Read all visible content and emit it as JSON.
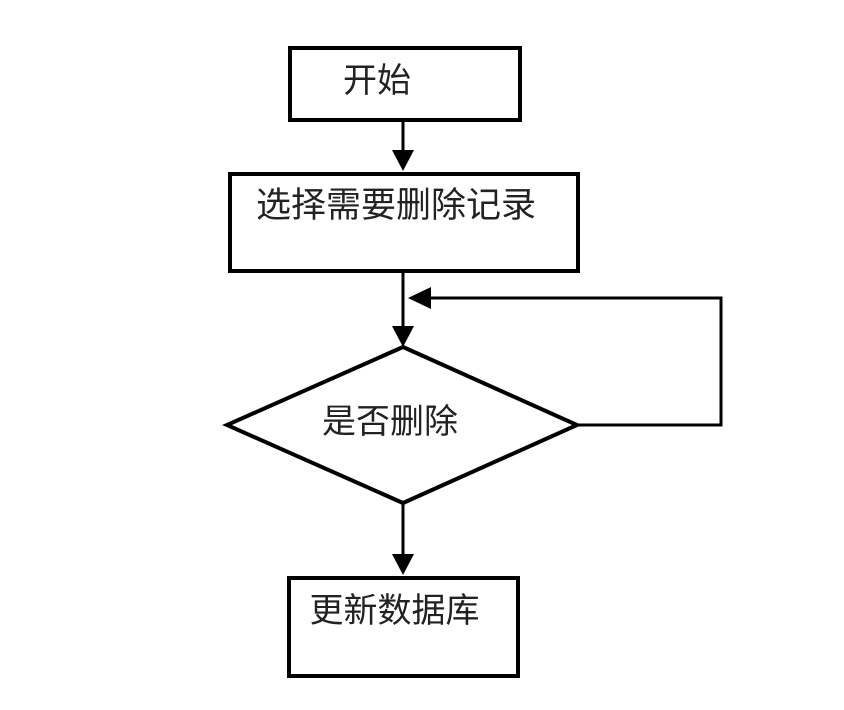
{
  "diagram": {
    "type": "flowchart",
    "direction": "top-down",
    "background_color": "#ffffff",
    "line_color": "#000000",
    "text_color": "#222222",
    "nodes": {
      "start": {
        "shape": "rectangle",
        "label": "开始"
      },
      "select_records": {
        "shape": "rectangle",
        "label": "选择需要删除记录"
      },
      "delete_decision": {
        "shape": "diamond",
        "label": "是否删除"
      },
      "update_database": {
        "shape": "rectangle",
        "label": "更新数据库"
      }
    },
    "edges": [
      {
        "from": "start",
        "to": "select_records",
        "style": "arrow-down"
      },
      {
        "from": "select_records",
        "to": "delete_decision",
        "style": "arrow-down"
      },
      {
        "from": "delete_decision",
        "to": "select_to_decision_line",
        "style": "loop-back-right-up-left-arrow"
      },
      {
        "from": "delete_decision",
        "to": "update_database",
        "style": "arrow-down"
      }
    ]
  }
}
